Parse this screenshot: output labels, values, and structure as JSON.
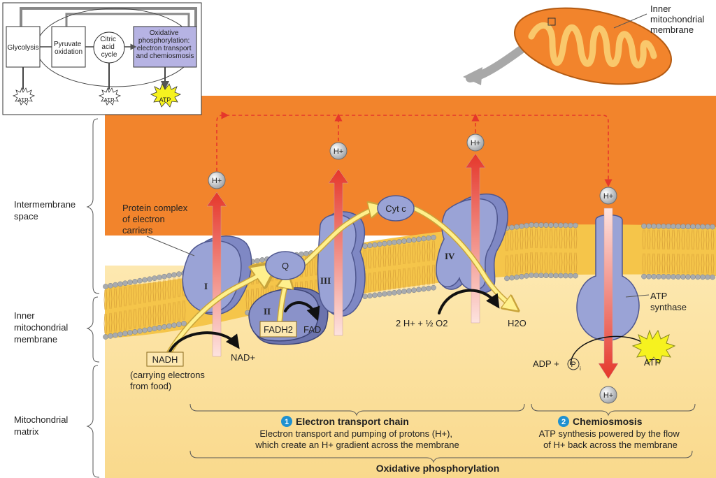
{
  "inset": {
    "glycolysis": "Glycolysis",
    "pyruvate": [
      "Pyruvate",
      "oxidation"
    ],
    "citric": [
      "Citric",
      "acid",
      "cycle"
    ],
    "oxphos": [
      "Oxidative",
      "phosphorylation:",
      "electron transport",
      "and chemiosmosis"
    ],
    "atp": "ATP"
  },
  "mito_label": [
    "Inner",
    "mitochondrial",
    "membrane"
  ],
  "left_labels": {
    "intermembrane": [
      "Intermembrane",
      "space"
    ],
    "inner_membrane": [
      "Inner",
      "mitochondrial",
      "membrane"
    ],
    "matrix": [
      "Mitochondrial",
      "matrix"
    ]
  },
  "labels": {
    "protein_complex": [
      "Protein complex",
      "of electron",
      "carriers"
    ],
    "complex_1": "I",
    "complex_2": "II",
    "complex_3": "III",
    "complex_4": "IV",
    "q": "Q",
    "cyt_c": "Cyt c",
    "h_plus": "H+",
    "nadh": "NADH",
    "nad_plus": "NAD+",
    "fadh2": "FADH2",
    "fad": "FAD",
    "carrying": [
      "(carrying electrons",
      "from food)"
    ],
    "two_h_oxygen": "2 H+ + ½ O2",
    "water": "H2O",
    "atp_synthase": [
      "ATP",
      "synthase"
    ],
    "adp": "ADP + ",
    "pi": "P",
    "pi_sub": "i",
    "atp": "ATP"
  },
  "sections": {
    "etc_number": "1",
    "etc_title": "Electron transport chain",
    "etc_desc": [
      "Electron transport and pumping of protons (H+),",
      "which create an H+ gradient across the membrane"
    ],
    "chemi_number": "2",
    "chemi_title": "Chemiosmosis",
    "chemi_desc": [
      "ATP synthesis powered by the flow",
      "of H+ back across the membrane"
    ],
    "oxphos": "Oxidative phosphorylation"
  },
  "colors": {
    "intermembrane": "#f2842c",
    "matrix": "#fbe2a0",
    "lipid_head": "#a8abae",
    "lipid_tail": "#e0b04a",
    "protein": "#9aa3d6",
    "proton_arrow": "#e5372b",
    "electron_path": "#fff08c",
    "atp_star": "#f6f21f"
  }
}
